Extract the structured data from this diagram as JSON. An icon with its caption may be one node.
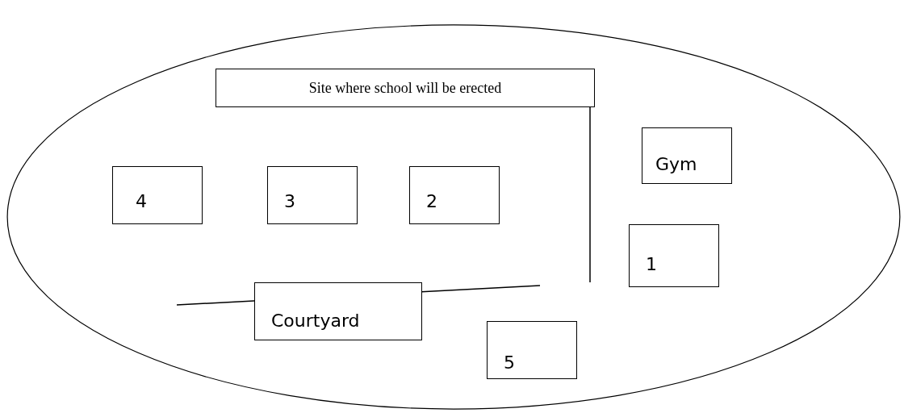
{
  "diagram": {
    "nodes": [
      {
        "text": [],
        "shape": "ellipse"
      },
      {
        "text": [
          "Site where school will be erected"
        ],
        "in": 0
      },
      {
        "text": [
          "Gym"
        ],
        "in": 0
      },
      {
        "text": [
          "4"
        ],
        "in": 0
      },
      {
        "text": [
          "3"
        ],
        "in": 0
      },
      {
        "text": [
          "2"
        ],
        "in": 0
      },
      {
        "text": [
          "1"
        ],
        "in": 0
      },
      {
        "text": [
          "Courtyard"
        ],
        "in": 0
      },
      {
        "text": [
          "5"
        ],
        "in": 0
      }
    ]
  }
}
